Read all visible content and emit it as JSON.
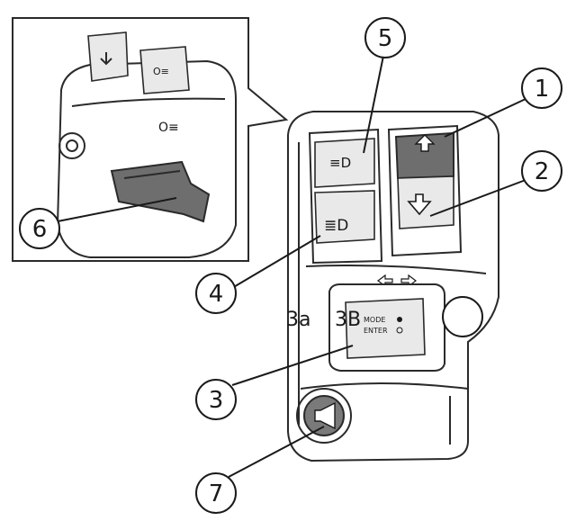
{
  "callouts": {
    "c1": "1",
    "c2": "2",
    "c3": "3",
    "c4": "4",
    "c5": "5",
    "c6": "6",
    "c7": "7"
  },
  "sub_labels": {
    "a": "3a",
    "b": "3B"
  },
  "button_text": {
    "mode": "MODE",
    "enter": "ENTER"
  },
  "colors": {
    "line": "#2a2a2a",
    "button_dark": "#6e6e6e",
    "button_light": "#e9e9e9"
  }
}
